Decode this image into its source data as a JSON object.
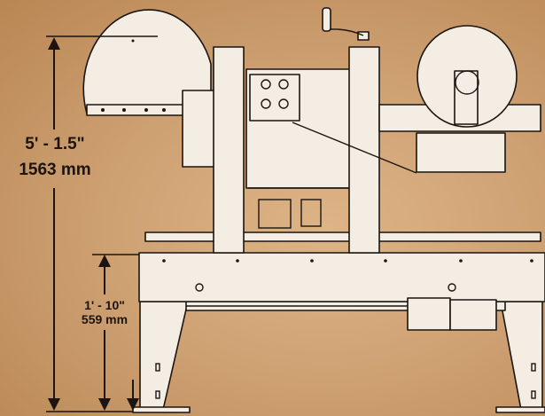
{
  "dimensions": {
    "overall_height": {
      "imperial": "5' - 1.5\"",
      "metric": "1563 mm"
    },
    "table_height": {
      "imperial": "1' - 10\"",
      "metric": "559 mm"
    }
  },
  "colors": {
    "background": "#cfa274",
    "line": "#1b1410",
    "paper": "#f3ede4"
  }
}
